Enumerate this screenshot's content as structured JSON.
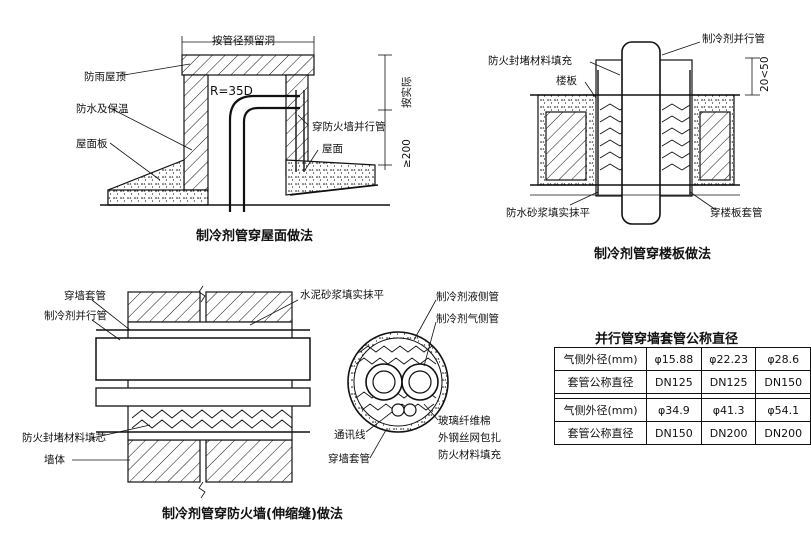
{
  "roof": {
    "title": "制冷剂管穿屋面做法",
    "label_opening": "按管径预留洞",
    "label_anti_roof": "防雨屋顶",
    "label_waterproof": "防水及保温",
    "label_roof_slab": "屋面板",
    "label_radius": "R=35D",
    "label_install": "按实际",
    "label_cross": "穿防火墙并行管",
    "label_roof_surface": "屋面",
    "label_height": "≥200"
  },
  "floor": {
    "title": "制冷剂管穿楼板做法",
    "label_pipe": "制冷剂并行管",
    "label_seal": "防火封堵材料填充",
    "label_slab": "楼板",
    "label_dim": "20<50",
    "label_mortar": "防水砂浆填实抹平",
    "label_sleeve": "穿楼板套管"
  },
  "wall": {
    "title": "制冷剂管穿防火墙(伸缩缝)做法",
    "label_wall_sleeve": "穿墙套管",
    "label_pipe": "制冷剂并行管",
    "label_cement": "水泥砂浆填实抹平",
    "label_seal_core": "防火封堵材料填芯",
    "label_wall": "墙体"
  },
  "section": {
    "label_liquid": "制冷剂液侧管",
    "label_gas": "制冷剂气侧管",
    "label_comm": "通讯线",
    "label_sleeve": "穿墙套管",
    "label_glass": "玻璃纤维棉",
    "label_wire": "外钢丝网包扎",
    "label_fire": "防火材料填充"
  },
  "table": {
    "title": "并行管穿墙套管公称直径",
    "rows": [
      [
        "气侧外径(mm)",
        "φ15.88",
        "φ22.23",
        "φ28.6"
      ],
      [
        "套管公称直径",
        "DN125",
        "DN125",
        "DN150"
      ],
      [
        "气侧外径(mm)",
        "φ34.9",
        "φ41.3",
        "φ54.1"
      ],
      [
        "套管公称直径",
        "DN150",
        "DN200",
        "DN200"
      ]
    ]
  }
}
